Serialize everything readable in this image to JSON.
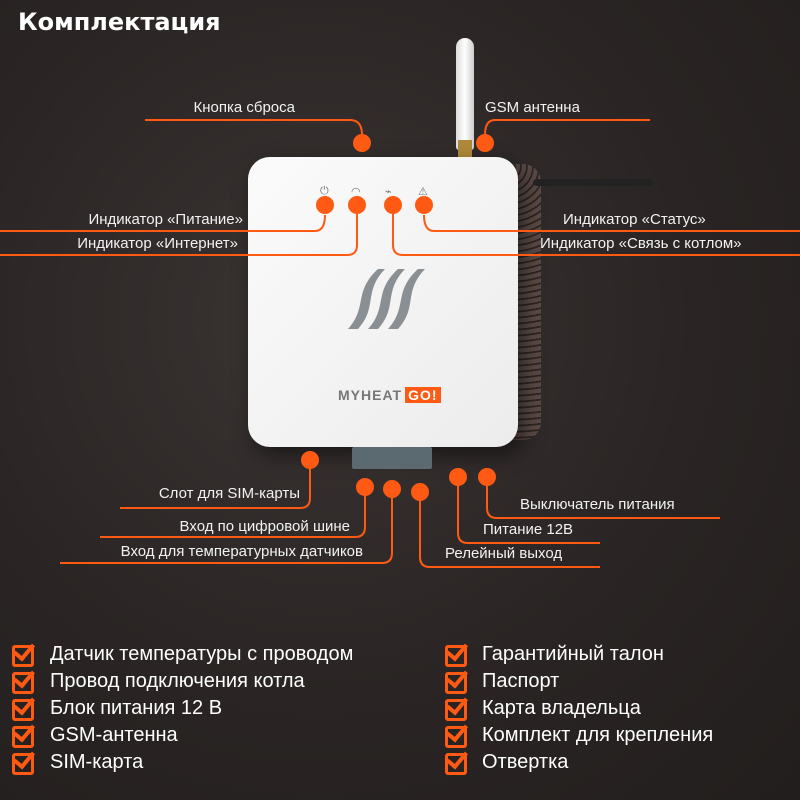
{
  "title": "Комплектация",
  "accent": "#ff5a14",
  "device": {
    "brand": "MYHEAT",
    "brand_badge": "GO!"
  },
  "callouts": {
    "reset": "Кнопка сброса",
    "gsm": "GSM антенна",
    "power_led": "Индикатор «Питание»",
    "internet_led": "Индикатор «Интернет»",
    "status_led": "Индикатор «Статус»",
    "boiler_led": "Индикатор «Связь с котлом»",
    "sim": "Слот для SIM-карты",
    "bus": "Вход по цифровой шине",
    "temp": "Вход для температурных датчиков",
    "switch": "Выключатель питания",
    "power12": "Питание 12В",
    "relay": "Релейный выход"
  },
  "package_left": [
    "Датчик температуры с проводом",
    "Провод подключения котла",
    "Блок питания 12 В",
    "GSM-антенна",
    "SIM-карта"
  ],
  "package_right": [
    "Гарантийный талон",
    "Паспорт",
    "Карта владельца",
    "Комплект для крепления",
    "Отвертка"
  ]
}
